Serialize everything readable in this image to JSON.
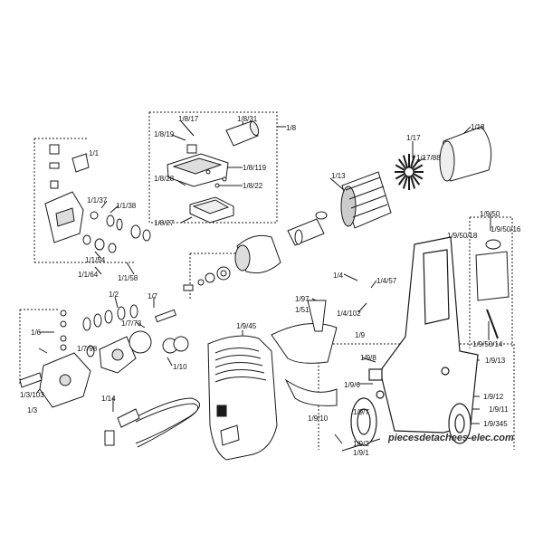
{
  "labels": {
    "l_1_8_17": "1/8/17",
    "l_1_8_31": "1/8/31",
    "l_1_8": "1/8",
    "l_1_8_19": "1/8/19",
    "l_1_8_119": "1/8/119",
    "l_1_8_28": "1/8/28",
    "l_1_8_22": "1/8/22",
    "l_1_8_27": "1/8/27",
    "l_1_18": "1/18",
    "l_1_17": "1/17",
    "l_1_17_88": "1/17/88",
    "l_1_1": "1/1",
    "l_1_1_37": "1/1/37",
    "l_1_1_38": "1/1/38",
    "l_1_1_54": "1/1/54",
    "l_1_1_64": "1/1/64",
    "l_1_1_58": "1/1/58",
    "l_1_13": "1/13",
    "l_1_9_50": "1/9/50",
    "l_1_9_50_18": "1/9/50/18",
    "l_1_9_50_16": "1/9/50/16",
    "l_1_9_50_14": "1/9/50/14",
    "l_1_4": "1/4",
    "l_1_4_57": "1/4/57",
    "l_1_97": "1/97",
    "l_1_51": "1/51",
    "l_1_4_102": "1/4/102",
    "l_1_2": "1/2",
    "l_1_7": "1/7",
    "l_1_7_73": "1/7/73",
    "l_1_6": "1/6",
    "l_1_7_98": "1/7/98",
    "l_1_10": "1/10",
    "l_1_3_103": "1/3/103",
    "l_1_3": "1/3",
    "l_1_9_45": "1/9/45",
    "l_1_9": "1/9",
    "l_1_9_8": "1/9/8",
    "l_1_9_6": "1/9/6",
    "l_1_9_7": "1/9/7",
    "l_1_9_10": "1/9/10",
    "l_1_9_13": "1/9/13",
    "l_1_9_12": "1/9/12",
    "l_1_9_11": "1/9/11",
    "l_1_9_345": "1/9/345",
    "l_1_9_2": "1/9/2",
    "l_1_9_1": "1/9/1",
    "l_1_14": "1/14"
  },
  "watermark": "piecesdetachees-elec.com",
  "colors": {
    "ink": "#1a1a1a",
    "paper": "#ffffff",
    "shade": "#8a8a8a"
  }
}
